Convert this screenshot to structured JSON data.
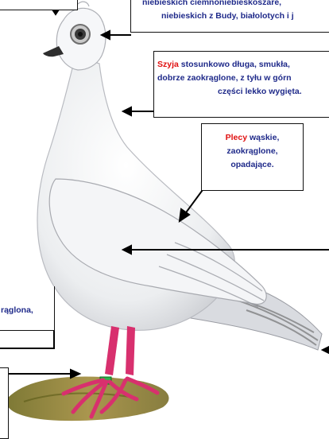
{
  "callouts": {
    "head": {
      "line1": "niebieskich ciemnoniebieskoszare,",
      "line2": "niebieskich z Budy, białolotych i j"
    },
    "neck": {
      "term": "Szyja",
      "line1_rest": " stosunkowo długa, smukła,",
      "line2": "dobrze zaokrąglone, z tyłu w górn",
      "line3": "części lekko wygięta."
    },
    "back": {
      "term": "Plecy",
      "line1_rest": " wąskie,",
      "line2": "zaokrąglone,",
      "line3": "opadające."
    },
    "chest": {
      "line1": "rąglona,"
    }
  },
  "colors": {
    "label_text": "#1f2a8a",
    "term_highlight": "#e01010",
    "feet": "#d8306e",
    "ground": "#8a7a2a"
  }
}
